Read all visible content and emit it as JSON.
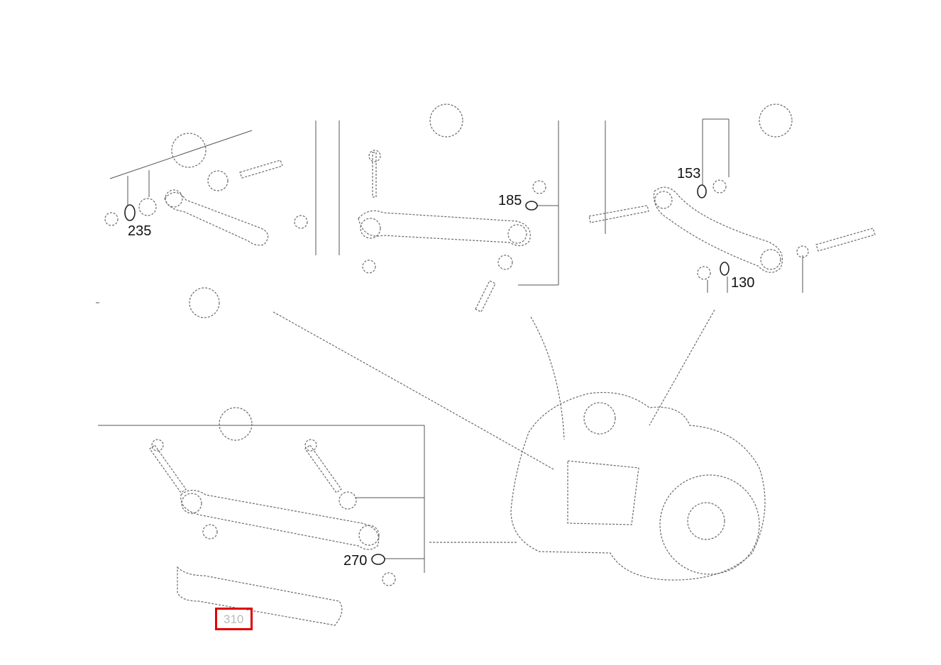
{
  "callouts": {
    "c235": "235",
    "c185": "185",
    "c153": "153",
    "c130": "130",
    "c270": "270"
  },
  "highlight": {
    "label": "310",
    "color": "#e00000"
  }
}
